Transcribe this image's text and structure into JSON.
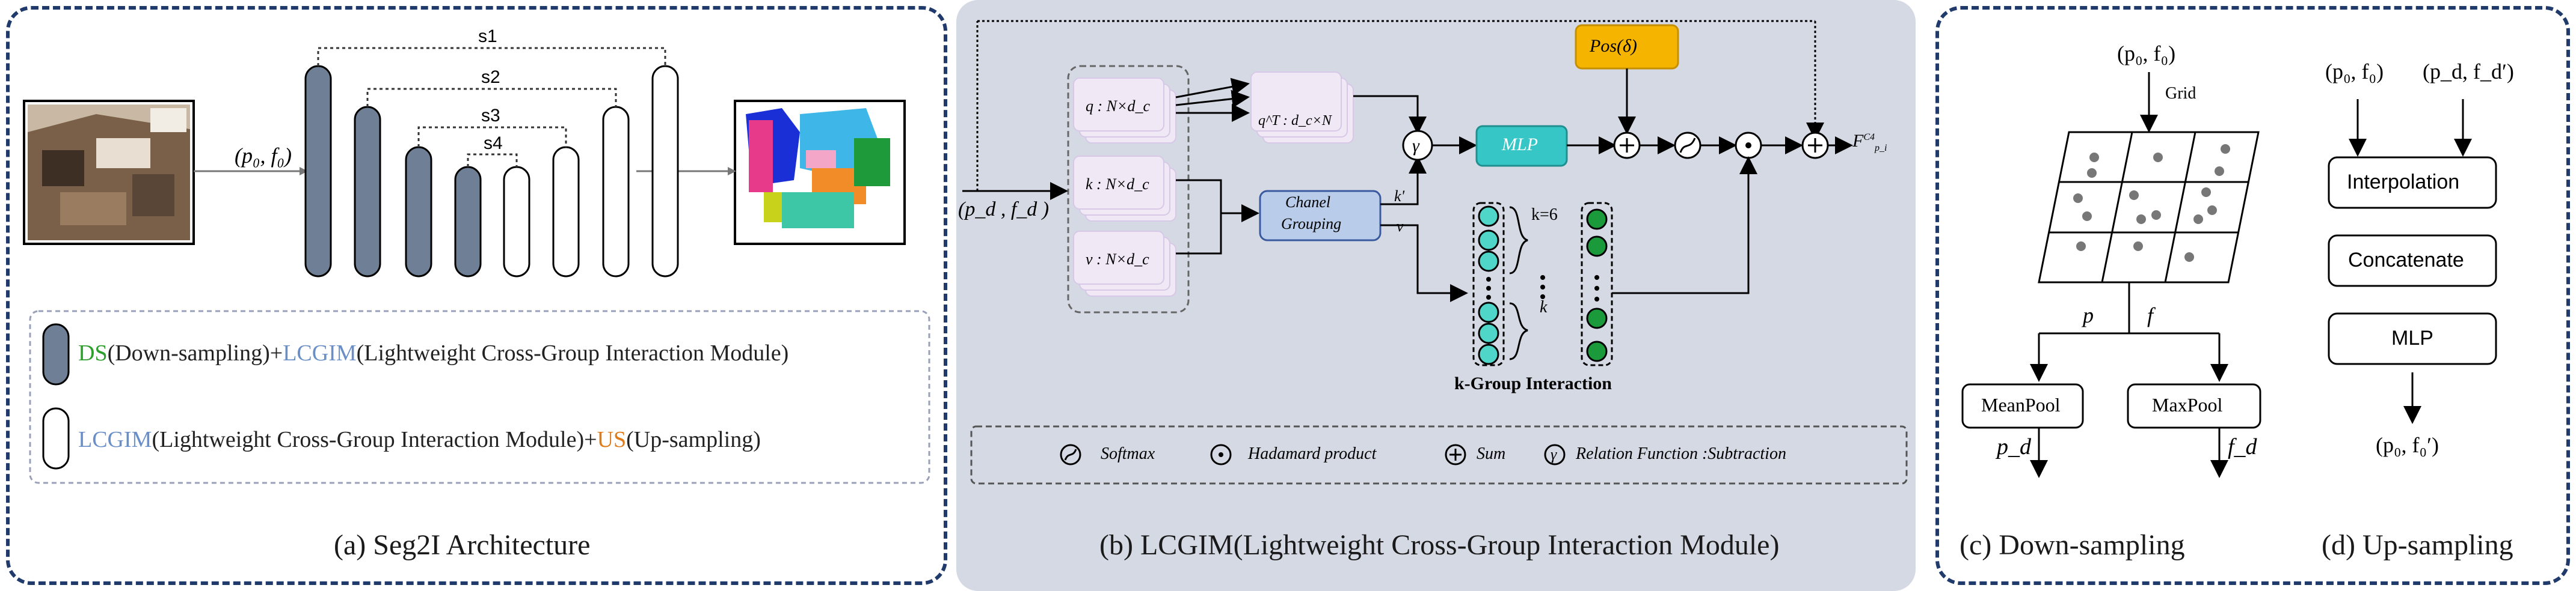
{
  "panel_a": {
    "caption": "(a) Seg2I Architecture",
    "skip_labels": [
      "s1",
      "s2",
      "s3",
      "s4"
    ],
    "input_label": "(p₀, f₀)",
    "legend": {
      "item1": {
        "prefix": "DS",
        "part1": "(Down-sampling)+",
        "mid": "LCGIM",
        "part2": "(Lightweight Cross-Group Interaction Module)"
      },
      "item2": {
        "prefix": "LCGIM",
        "part1": "(Lightweight Cross-Group Interaction Module)+",
        "mid": "US",
        "part2": "(Up-sampling)"
      }
    },
    "colors": {
      "ds": "#2ca02c",
      "lcgim": "#6a8fc8",
      "us": "#e07b1a",
      "filled_block": "#6f7f96"
    }
  },
  "panel_b": {
    "caption": "(b) LCGIM(Lightweight Cross-Group Interaction Module)",
    "input_label": "(p_d , f_d )",
    "q_label": "q : N×d_c",
    "k_label": "k : N×d_c",
    "v_label": "v : N×d_c",
    "qt_label": "q^T : d_c×N",
    "pos_label": "Pos(δ)",
    "mlp_label": "MLP",
    "channel_grouping": [
      "Chanel",
      "Grouping"
    ],
    "k_prime": "k'",
    "v_small": "v",
    "k_eq": "k=6",
    "k_var": "k",
    "group_title": "k-Group Interaction",
    "output_label": "F",
    "output_sup": "C4",
    "output_sub": "p_i",
    "legend": {
      "softmax": "Softmax",
      "hadamard": "Hadamard product",
      "sum": "Sum",
      "relation": "Relation Function :Subtraction"
    }
  },
  "panel_c": {
    "caption_down": "(c) Down-sampling",
    "caption_up": "(d) Up-sampling",
    "down_input": "(p₀, f₀)",
    "grid_label": "Grid",
    "p_label": "p",
    "f_label": "f",
    "meanpool": "MeanPool",
    "maxpool": "MaxPool",
    "pd_out": "p_d",
    "fd_out": "f_d",
    "up_input1": "(p₀, f₀)",
    "up_input2": "(p_d, f_d′)",
    "interpolation": "Interpolation",
    "concatenate": "Concatenate",
    "mlp": "MLP",
    "up_output": "(p₀, f₀′)"
  }
}
